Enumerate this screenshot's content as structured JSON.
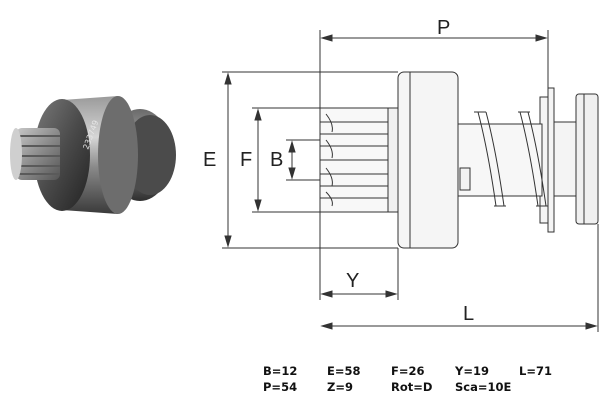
{
  "dimensions": {
    "P": "P",
    "E": "E",
    "F": "F",
    "B": "B",
    "Y": "Y",
    "L": "L"
  },
  "specs": {
    "B": "B=12",
    "E": "E=58",
    "F": "F=26",
    "Y": "Y=19",
    "L": "L=71",
    "P": "P=54",
    "Z": "Z=9",
    "Rot": "Rot=D",
    "Sca": "Sca=10E"
  },
  "photo": {
    "engraving": "233749"
  },
  "colors": {
    "line": "#333333",
    "part_fill": "#f4f4f4"
  }
}
